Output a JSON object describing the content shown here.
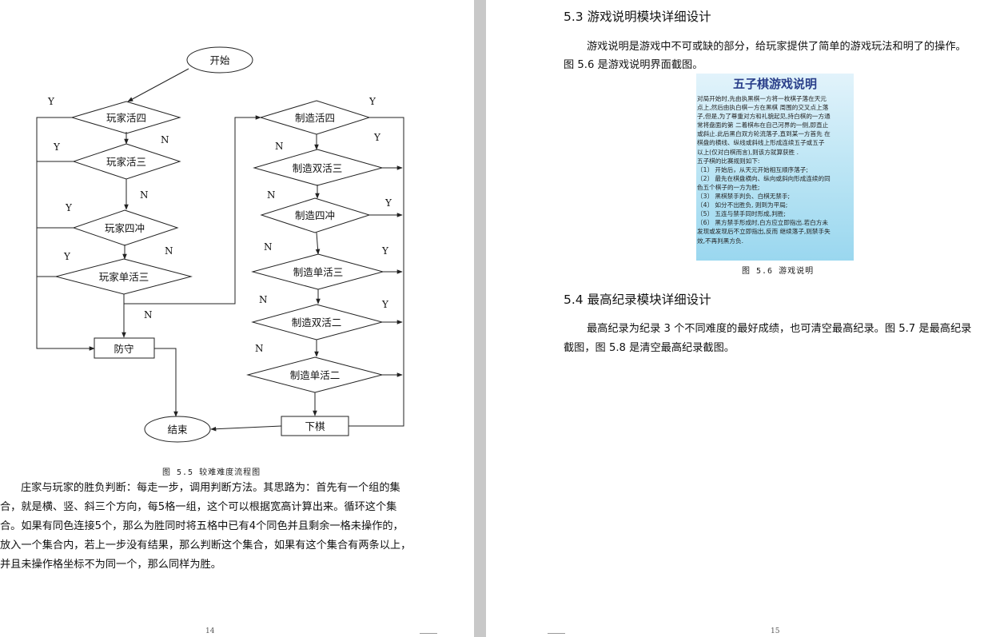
{
  "left_page": {
    "flowchart": {
      "start": "开始",
      "end": "结束",
      "defend": "防守",
      "move": "下棋",
      "player_checks": [
        "玩家活四",
        "玩家活三",
        "玩家四冲",
        "玩家单活三"
      ],
      "make_checks": [
        "制造活四",
        "制造双活三",
        "制造四冲",
        "制造单活三",
        "制造双活二",
        "制造单活二"
      ],
      "yes": "Y",
      "no": "N"
    },
    "caption": "图 5.5 较难难度流程图",
    "paragraph_lines": [
      "庄家与玩家的胜负判断：每走一步，调用判断方法。其思路为：首先有一个组的集",
      "合，就是横、竖、斜三个方向，每5格一组，这个可以根据宽高计算出来。循环这个集",
      "合。如果有同色连接5个，那么为胜同时将五格中已有4个同色并且剩余一格未操作的，",
      "放入一个集合内，若上一步没有结果，那么判断这个集合，如果有这个集合有两条以上，",
      "并且未操作格坐标不为同一个，那么同样为胜。"
    ],
    "page_number": "14"
  },
  "right_page": {
    "section_53": {
      "heading": "5.3 游戏说明模块详细设计",
      "line1": "游戏说明是游戏中不可或缺的部分，给玩家提供了简单的游戏玩法和明了的操作。",
      "line2": "图 5.6 是游戏说明界面截图。"
    },
    "help_screenshot": {
      "title": "五子棋游戏说明",
      "lines": [
        "对局开始时,先由执黑棋一方将一枚棋子落在天元",
        "点上,然后由执白棋一方在黑棋 周围的交叉点上落",
        "子,但是,为了尊重对方和礼貌起见,持白棋的一方通",
        "常将盘面的第 二着棋布在自己河界的一侧,即直止",
        "或斜止.此后黑白双方轮流落子,直到某一方首先 在",
        "棋盘的横线、纵线或斜线上形成连续五子或五子",
        "以上(仅对白棋而言),则该方就算获胜 .",
        "五子棋的比赛规则如下:",
        "〔1〕 开始后，从天元开始相互顺序落子;",
        "〔2〕 最先在棋盘横向、纵向或斜向形成连续的同",
        "色五个棋子的一方为胜;",
        "〔3〕 黑棋禁手判负、白棋无禁手;",
        "〔4〕 如分不出胜负, 则到为平局;",
        "〔5〕 五连与禁手同时形成,判胜;",
        "〔6〕 黑方禁手形成时,白方应立即指出.若白方未",
        "发现或发现后不立即指出,反而 继续落子,则禁手失",
        "效,不再判黑方负."
      ]
    },
    "caption": "图 5.6 游戏说明",
    "section_54": {
      "heading": "5.4 最高纪录模块详细设计",
      "line1": "最高纪录为纪录 3 个不同难度的最好成绩，也可清空最高纪录。图 5.7 是最高纪录",
      "line2": "截图，图 5.8 是清空最高纪录截图。"
    },
    "page_number": "15"
  }
}
